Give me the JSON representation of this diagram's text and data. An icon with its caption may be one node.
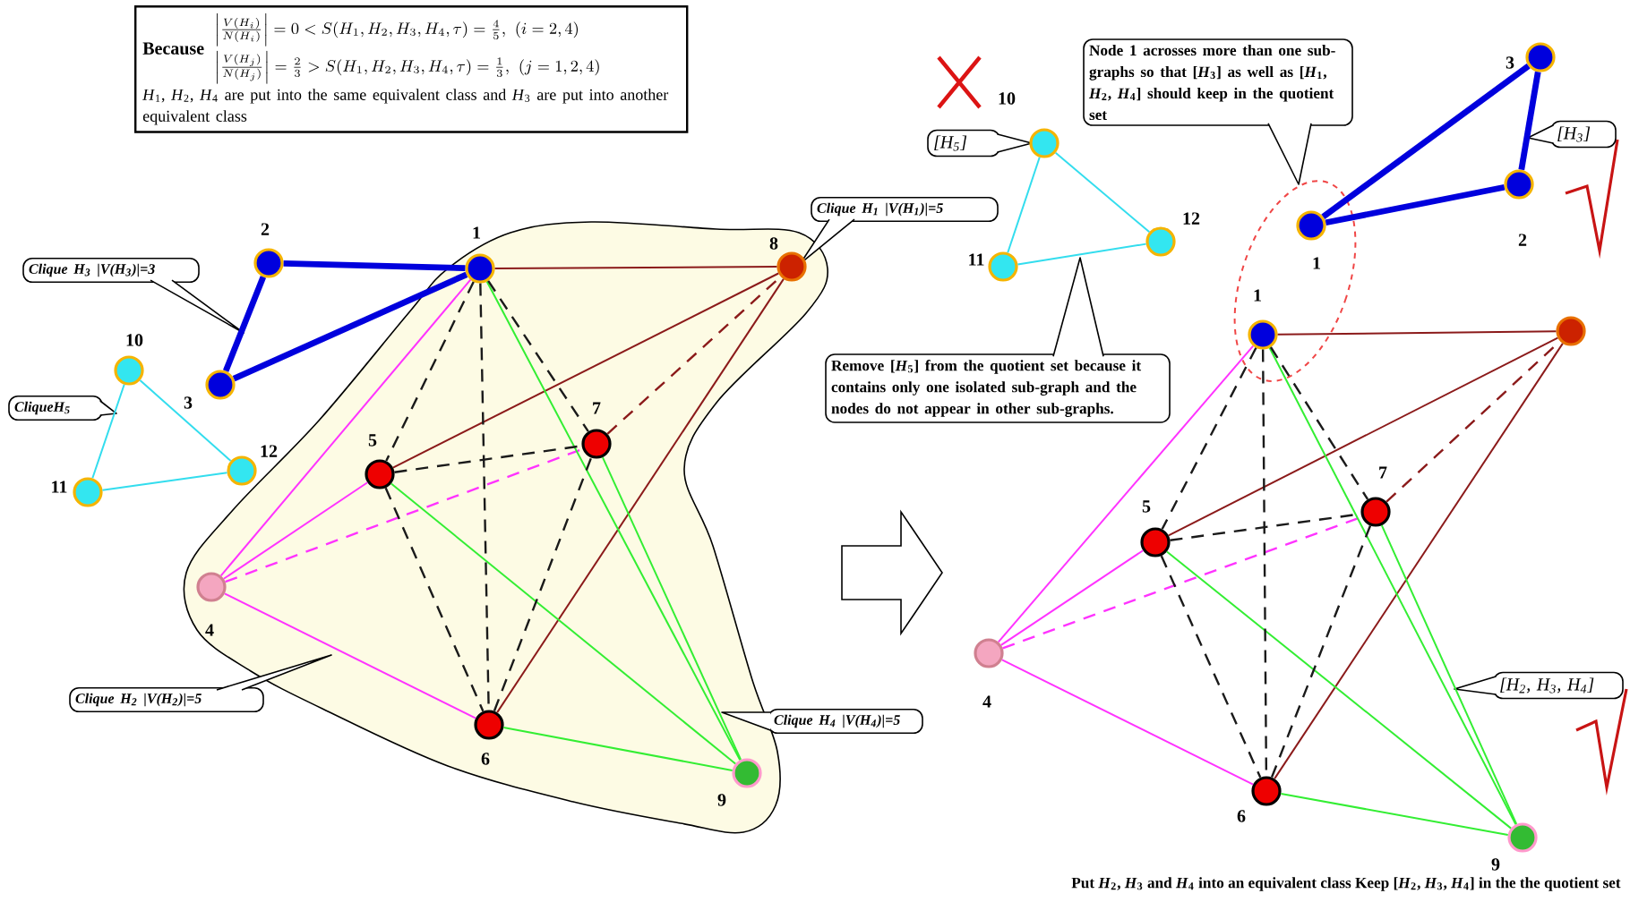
{
  "diagram": {
    "nodes": [
      {
        "text": [
          "Because",
          "\\left|\\frac{V(H_i)}{N(H_i)}\\right| = 0 < S(H_1,H_2,H_3,H_4,\\tau) = \\frac{4}{5},\\ (i=2,4)",
          "\\left|\\frac{V(H_j)}{N(H_j)}\\right| = \\frac{2}{3} > S(H_1,H_2,H_3,H_4,\\tau) = \\frac{1}{3},\\ (j=1,2,4)",
          "*H*$_{1}$, *H*$_{2}$, *H*$_{4}$ are put into the same equivalent class and *H*$_{3}$ are put into another equivalent class"
        ]
      },
      {
        "text": [
          "Clique H$_{3}$ |V(H$_{3}$)|=3"
        ]
      },
      {
        "text": [
          "CliqueH$_{5}$"
        ]
      },
      {
        "text": [
          "Clique H$_{1}$ |V(H$_{1}$)|=5"
        ]
      },
      {
        "text": [
          "Clique H$_{2}$ |V(H$_{2}$)|=5"
        ]
      },
      {
        "text": [
          "Clique H$_{4}$ |V(H$_{4}$)|=5"
        ]
      },
      {
        "text": [
          "[H$_{5}$]"
        ]
      },
      {
        "text": [
          "Node 1 acrosses more than one sub-graphs so that [*H*$_{3}$] as well as [*H*$_{1}$, *H*$_{2}$, *H*$_{4}$] should keep in the quotient set"
        ]
      },
      {
        "text": [
          "[H$_{3}$]"
        ]
      },
      {
        "text": [
          "Remove [*H*$_{5}$] from the quotient set because it contains only one isolated sub-graph and the nodes do not appear in other sub-graphs."
        ]
      },
      {
        "text": [
          "[H$_{2}$, H$_{3}$, H$_{4}$]"
        ]
      },
      {
        "text": [],
        "shape": "circle",
        "beside": [
          "1"
        ]
      },
      {
        "text": [],
        "shape": "circle",
        "beside": [
          "2"
        ]
      },
      {
        "text": [],
        "shape": "circle",
        "beside": [
          "3"
        ]
      },
      {
        "text": [],
        "shape": "circle",
        "beside": [
          "4"
        ]
      },
      {
        "text": [],
        "shape": "circle",
        "beside": [
          "5"
        ]
      },
      {
        "text": [],
        "shape": "circle",
        "beside": [
          "6"
        ]
      },
      {
        "text": [],
        "shape": "circle",
        "beside": [
          "7"
        ]
      },
      {
        "text": [],
        "shape": "circle",
        "beside": [
          "8"
        ]
      },
      {
        "text": [],
        "shape": "circle",
        "beside": [
          "9"
        ]
      },
      {
        "text": [],
        "shape": "circle",
        "beside": [
          "10"
        ]
      },
      {
        "text": [],
        "shape": "circle",
        "beside": [
          "11"
        ]
      },
      {
        "text": [],
        "shape": "circle",
        "beside": [
          "12"
        ]
      },
      {
        "text": [],
        "shape": "circle",
        "beside": [
          "1"
        ]
      },
      {
        "text": [],
        "shape": "circle",
        "beside": [
          "2"
        ]
      },
      {
        "text": [],
        "shape": "circle",
        "beside": [
          "3"
        ]
      },
      {
        "text": [],
        "shape": "circle",
        "beside": [
          "10"
        ]
      },
      {
        "text": [],
        "shape": "circle",
        "beside": [
          "11"
        ]
      },
      {
        "text": [],
        "shape": "circle",
        "beside": [
          "12"
        ]
      },
      {
        "text": [],
        "shape": "circle",
        "beside": [
          "1"
        ]
      },
      {
        "text": [],
        "shape": "circle",
        "beside": [
          "4"
        ]
      },
      {
        "text": [],
        "shape": "circle",
        "beside": [
          "5"
        ]
      },
      {
        "text": [],
        "shape": "circle",
        "beside": [
          "6"
        ]
      },
      {
        "text": [],
        "shape": "circle",
        "beside": [
          "7"
        ]
      },
      {
        "text": [],
        "shape": "circle"
      },
      {
        "text": [],
        "shape": "circle",
        "beside": [
          "9"
        ]
      }
    ],
    "edges": [
      {
        "from": 11,
        "to": 12,
        "arrow": "none",
        "style": "thick",
        "color": "#0000dd"
      },
      {
        "from": 12,
        "to": 13,
        "arrow": "none",
        "style": "thick",
        "color": "#0000dd"
      },
      {
        "from": 13,
        "to": 11,
        "arrow": "none",
        "style": "thick",
        "color": "#0000dd"
      },
      {
        "from": 20,
        "to": 21,
        "arrow": "none",
        "color": "#33ddee"
      },
      {
        "from": 21,
        "to": 22,
        "arrow": "none",
        "color": "#33ddee"
      },
      {
        "from": 22,
        "to": 20,
        "arrow": "none",
        "color": "#33ddee"
      },
      {
        "from": 11,
        "to": 18,
        "arrow": "none",
        "color": "#8b1a1a"
      },
      {
        "from": 15,
        "to": 18,
        "arrow": "none",
        "color": "#8b1a1a"
      },
      {
        "from": 16,
        "to": 18,
        "arrow": "none",
        "color": "#8b1a1a"
      },
      {
        "from": 17,
        "to": 18,
        "arrow": "none",
        "style": "dashed",
        "color": "#8b1a1a"
      },
      {
        "from": 11,
        "to": 14,
        "arrow": "none",
        "color": "#ff33ff"
      },
      {
        "from": 14,
        "to": 15,
        "arrow": "none",
        "color": "#ff33ff"
      },
      {
        "from": 14,
        "to": 16,
        "arrow": "none",
        "color": "#ff33ff"
      },
      {
        "from": 14,
        "to": 17,
        "arrow": "none",
        "style": "dashed",
        "color": "#ff33ff"
      },
      {
        "from": 11,
        "to": 19,
        "arrow": "none",
        "color": "#33ee33"
      },
      {
        "from": 15,
        "to": 19,
        "arrow": "none",
        "color": "#33ee33"
      },
      {
        "from": 16,
        "to": 19,
        "arrow": "none",
        "color": "#33ee33"
      },
      {
        "from": 17,
        "to": 19,
        "arrow": "none",
        "color": "#33ee33"
      },
      {
        "from": 11,
        "to": 15,
        "arrow": "none",
        "style": "dashed"
      },
      {
        "from": 11,
        "to": 16,
        "arrow": "none",
        "style": "dashed"
      },
      {
        "from": 11,
        "to": 17,
        "arrow": "none",
        "style": "dashed"
      },
      {
        "from": 15,
        "to": 17,
        "arrow": "none",
        "style": "dashed"
      },
      {
        "from": 15,
        "to": 16,
        "arrow": "none",
        "style": "dashed"
      },
      {
        "from": 16,
        "to": 17,
        "arrow": "none",
        "style": "dashed"
      },
      {
        "from": 23,
        "to": 24,
        "arrow": "none",
        "style": "thick",
        "color": "#0000dd"
      },
      {
        "from": 24,
        "to": 25,
        "arrow": "none",
        "style": "thick",
        "color": "#0000dd"
      },
      {
        "from": 25,
        "to": 23,
        "arrow": "none",
        "style": "thick",
        "color": "#0000dd"
      },
      {
        "from": 26,
        "to": 27,
        "arrow": "none",
        "color": "#33ddee"
      },
      {
        "from": 27,
        "to": 28,
        "arrow": "none",
        "color": "#33ddee"
      },
      {
        "from": 28,
        "to": 26,
        "arrow": "none",
        "color": "#33ddee"
      },
      {
        "from": 29,
        "to": 34,
        "arrow": "none",
        "color": "#8b1a1a"
      },
      {
        "from": 31,
        "to": 34,
        "arrow": "none",
        "color": "#8b1a1a"
      },
      {
        "from": 32,
        "to": 34,
        "arrow": "none",
        "color": "#8b1a1a"
      },
      {
        "from": 33,
        "to": 34,
        "arrow": "none",
        "style": "dashed",
        "color": "#8b1a1a"
      },
      {
        "from": 29,
        "to": 30,
        "arrow": "none",
        "color": "#ff33ff"
      },
      {
        "from": 30,
        "to": 31,
        "arrow": "none",
        "color": "#ff33ff"
      },
      {
        "from": 30,
        "to": 32,
        "arrow": "none",
        "color": "#ff33ff"
      },
      {
        "from": 30,
        "to": 33,
        "arrow": "none",
        "style": "dashed",
        "color": "#ff33ff"
      },
      {
        "from": 29,
        "to": 35,
        "arrow": "none",
        "color": "#33ee33"
      },
      {
        "from": 31,
        "to": 35,
        "arrow": "none",
        "color": "#33ee33"
      },
      {
        "from": 32,
        "to": 35,
        "arrow": "none",
        "color": "#33ee33"
      },
      {
        "from": 33,
        "to": 35,
        "arrow": "none",
        "color": "#33ee33"
      },
      {
        "from": 29,
        "to": 31,
        "arrow": "none",
        "style": "dashed"
      },
      {
        "from": 29,
        "to": 32,
        "arrow": "none",
        "style": "dashed"
      },
      {
        "from": 29,
        "to": 33,
        "arrow": "none",
        "style": "dashed"
      },
      {
        "from": 31,
        "to": 33,
        "arrow": "none",
        "style": "dashed"
      },
      {
        "from": 31,
        "to": 32,
        "arrow": "none",
        "style": "dashed"
      },
      {
        "from": 32,
        "to": 33,
        "arrow": "none",
        "style": "dashed"
      }
    ],
    "labels": [
      "Put *H*$_{2}$, *H*$_{3}$ and *H*$_{4}$ into an equivalent class Keep [*H*$_{2}$, *H*$_{3}$, *H*$_{4}$] in the the quotient set"
    ]
  }
}
